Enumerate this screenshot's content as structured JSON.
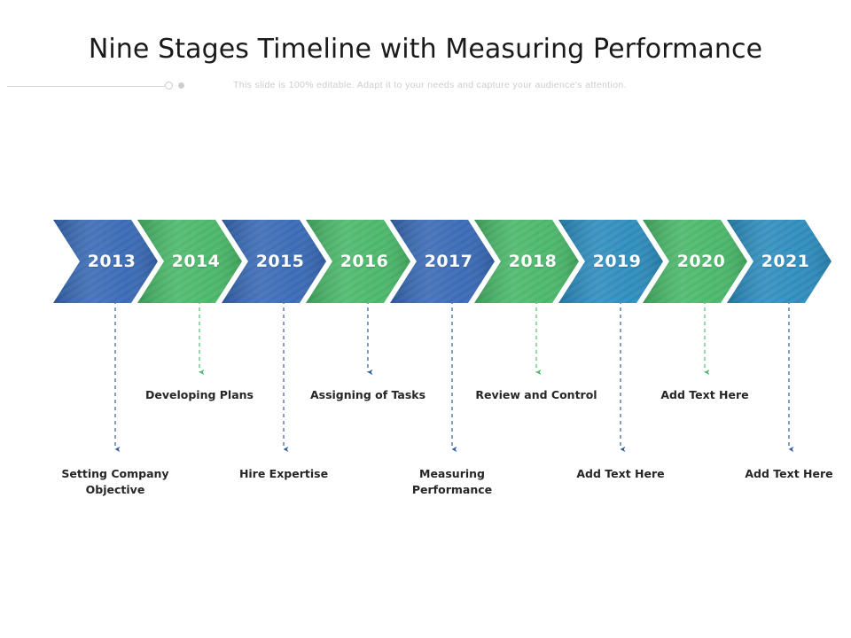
{
  "header": {
    "title": "Nine Stages Timeline with Measuring Performance",
    "subtitle": "This slide is 100% editable. Adapt it to your needs and capture your audience's attention."
  },
  "palette": {
    "blue_dark": "#3a6cb8",
    "blue_dark_shade": "#2f5aa0",
    "green": "#4cb96b",
    "green_shade": "#3da65b",
    "blue_teal": "#2e8fc0",
    "blue_teal_shade": "#2479a6",
    "connector_blue": "#2f5f9e",
    "connector_green": "#4cb96b",
    "title_color": "#1a1a1a",
    "subtitle_color": "#cccccc",
    "label_color": "#262626"
  },
  "timeline": {
    "stages": [
      {
        "year": "2013",
        "color_key": "blue_dark",
        "label": "Setting Company\nObjective",
        "label_row": "bottom",
        "connector_color_key": "connector_blue"
      },
      {
        "year": "2014",
        "color_key": "green",
        "label": "Developing Plans",
        "label_row": "top",
        "connector_color_key": "connector_green"
      },
      {
        "year": "2015",
        "color_key": "blue_dark",
        "label": "Hire Expertise",
        "label_row": "bottom",
        "connector_color_key": "connector_blue"
      },
      {
        "year": "2016",
        "color_key": "green",
        "label": "Assigning of Tasks",
        "label_row": "top",
        "connector_color_key": "connector_blue"
      },
      {
        "year": "2017",
        "color_key": "blue_dark",
        "label": "Measuring\nPerformance",
        "label_row": "bottom",
        "connector_color_key": "connector_blue"
      },
      {
        "year": "2018",
        "color_key": "green",
        "label": "Review and Control",
        "label_row": "top",
        "connector_color_key": "connector_green"
      },
      {
        "year": "2019",
        "color_key": "blue_teal",
        "label": "Add Text Here",
        "label_row": "bottom",
        "connector_color_key": "connector_blue"
      },
      {
        "year": "2020",
        "color_key": "green",
        "label": "Add Text Here",
        "label_row": "top",
        "connector_color_key": "connector_green"
      },
      {
        "year": "2021",
        "color_key": "blue_teal",
        "label": "Add Text Here",
        "label_row": "bottom",
        "connector_color_key": "connector_blue"
      }
    ]
  }
}
